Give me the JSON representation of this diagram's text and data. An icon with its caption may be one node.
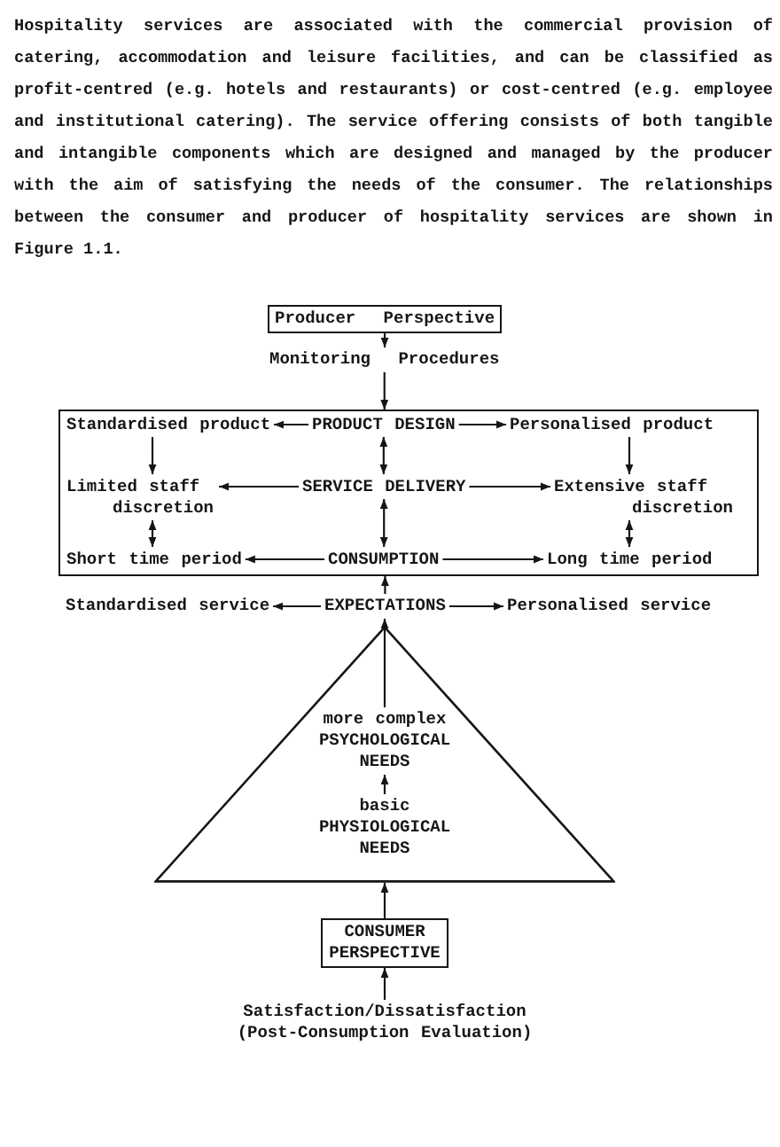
{
  "diagram": {
    "nodes": [
      {
        "text": [
          "Producer Perspective"
        ]
      },
      {
        "text": [
          "Monitoring Procedures"
        ]
      },
      {
        "text": [],
        "shape": "box"
      },
      {
        "text": [
          "Standardised product"
        ],
        "in": 2
      },
      {
        "text": [
          "PRODUCT DESIGN"
        ],
        "in": 2
      },
      {
        "text": [
          "Personalised product"
        ],
        "in": 2
      },
      {
        "text": [
          "Limited staff discretion"
        ],
        "in": 2
      },
      {
        "text": [
          "SERVICE DELIVERY"
        ],
        "in": 2
      },
      {
        "text": [
          "Extensive staff discretion"
        ],
        "in": 2
      },
      {
        "text": [
          "Short time period"
        ],
        "in": 2
      },
      {
        "text": [
          "CONSUMPTION"
        ],
        "in": 2
      },
      {
        "text": [
          "Long time period"
        ],
        "in": 2
      },
      {
        "text": [
          "Standardised service"
        ]
      },
      {
        "text": [
          "EXPECTATIONS"
        ]
      },
      {
        "text": [
          "Personalised service"
        ]
      },
      {
        "text": [],
        "shape": "triangle"
      },
      {
        "text": [
          "more complex PSYCHOLOGICAL NEEDS"
        ],
        "in": 15
      },
      {
        "text": [
          "basic PHYSIOLOGICAL NEEDS"
        ],
        "in": 15
      },
      {
        "text": [
          "CONSUMER PERSPECTIVE"
        ]
      },
      {
        "text": [
          "Satisfaction/Dissatisfaction (Post-Consumption Evaluation)"
        ]
      }
    ],
    "edges": [
      {
        "from": 0,
        "to": 1,
        "arrow": "to"
      },
      {
        "from": 1,
        "to": 2,
        "arrow": "to"
      },
      {
        "from": 4,
        "to": 3,
        "arrow": "to"
      },
      {
        "from": 4,
        "to": 5,
        "arrow": "to"
      },
      {
        "from": 3,
        "to": 6,
        "arrow": "to"
      },
      {
        "from": 4,
        "to": 7,
        "arrow": "both"
      },
      {
        "from": 5,
        "to": 8,
        "arrow": "to"
      },
      {
        "from": 7,
        "to": 6,
        "arrow": "to"
      },
      {
        "from": 7,
        "to": 8,
        "arrow": "to"
      },
      {
        "from": 6,
        "to": 9,
        "arrow": "both"
      },
      {
        "from": 7,
        "to": 10,
        "arrow": "both"
      },
      {
        "from": 8,
        "to": 11,
        "arrow": "both"
      },
      {
        "from": 10,
        "to": 9,
        "arrow": "to"
      },
      {
        "from": 10,
        "to": 11,
        "arrow": "to"
      },
      {
        "from": 13,
        "to": 2,
        "arrow": "to"
      },
      {
        "from": 13,
        "to": 12,
        "arrow": "to"
      },
      {
        "from": 13,
        "to": 14,
        "arrow": "to"
      },
      {
        "from": 16,
        "to": 13,
        "arrow": "to"
      },
      {
        "from": 17,
        "to": 16,
        "arrow": "to"
      },
      {
        "from": 18,
        "to": 15,
        "arrow": "to"
      },
      {
        "from": 19,
        "to": 18,
        "arrow": "to"
      }
    ],
    "labels": [
      "Hospitality services are associated with the commercial provision of catering, accommodation and leisure facilities, and can be classified as profit-centred (e.g. hotels and restaurants) or cost-centred (e.g. employee and institutional catering). The service offering consists of both tangible and intangible components which are designed and managed by the producer with the aim of satisfying the needs of the consumer. The relationships between the consumer and producer of hospitality services are shown in Figure 1.1."
    ]
  }
}
